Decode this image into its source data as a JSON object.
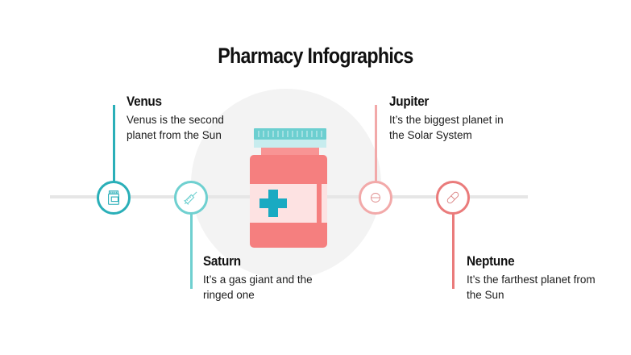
{
  "title": "Pharmacy Infographics",
  "colors": {
    "teal_dark": "#2aafb8",
    "teal_light": "#6fd0d0",
    "pink_light": "#f2a9a9",
    "pink_dark": "#ea7b7b",
    "bottle_body": "#f57f7f",
    "bottle_label": "#fde2e2",
    "bottle_cap": "#6ccfd0",
    "bottle_cap_band": "#c7ecee",
    "cross": "#19aac2",
    "timeline": "#e6e6e6",
    "bg_circle": "#f3f3f3"
  },
  "items": [
    {
      "title": "Venus",
      "description": "Venus is the second planet from the Sun",
      "icon": "medicine-jar-icon"
    },
    {
      "title": "Saturn",
      "description": "It’s a gas giant and the ringed one",
      "icon": "syringe-icon"
    },
    {
      "title": "Jupiter",
      "description": "It’s the biggest planet in the Solar System",
      "icon": "pill-tablet-icon"
    },
    {
      "title": "Neptune",
      "description": "It’s the farthest planet from the Sun",
      "icon": "capsule-icon"
    }
  ],
  "center_illustration": "medicine-bottle-with-cross"
}
